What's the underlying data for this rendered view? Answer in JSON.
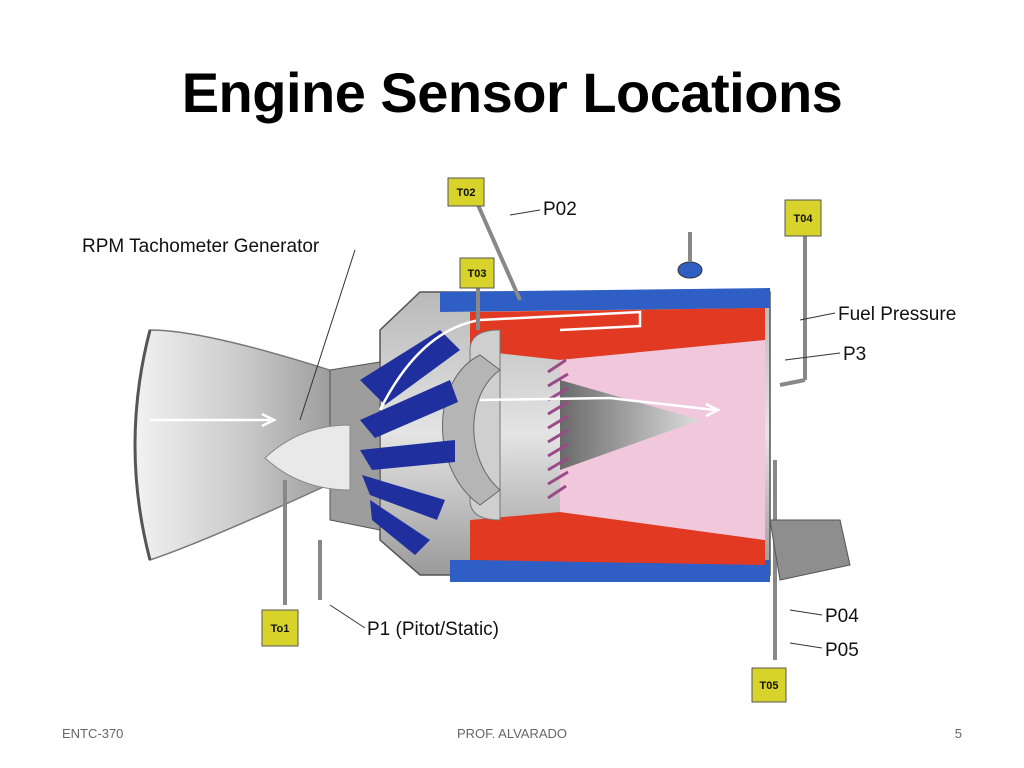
{
  "slide": {
    "title": "Engine Sensor Locations"
  },
  "diagram": {
    "labels": {
      "rpm": "RPM Tachometer Generator",
      "p02": "P02",
      "fuel_pressure": "Fuel Pressure",
      "p3": "P3",
      "p04": "P04",
      "p05": "P05",
      "p1": "P1 (Pitot/Static)"
    },
    "sensor_tags": {
      "t02": "T02",
      "t03": "T03",
      "t04": "T04",
      "t05": "T05",
      "t01": "To1"
    }
  },
  "footer": {
    "left": "ENTC-370",
    "center": "PROF. ALVARADO",
    "right": "5"
  }
}
